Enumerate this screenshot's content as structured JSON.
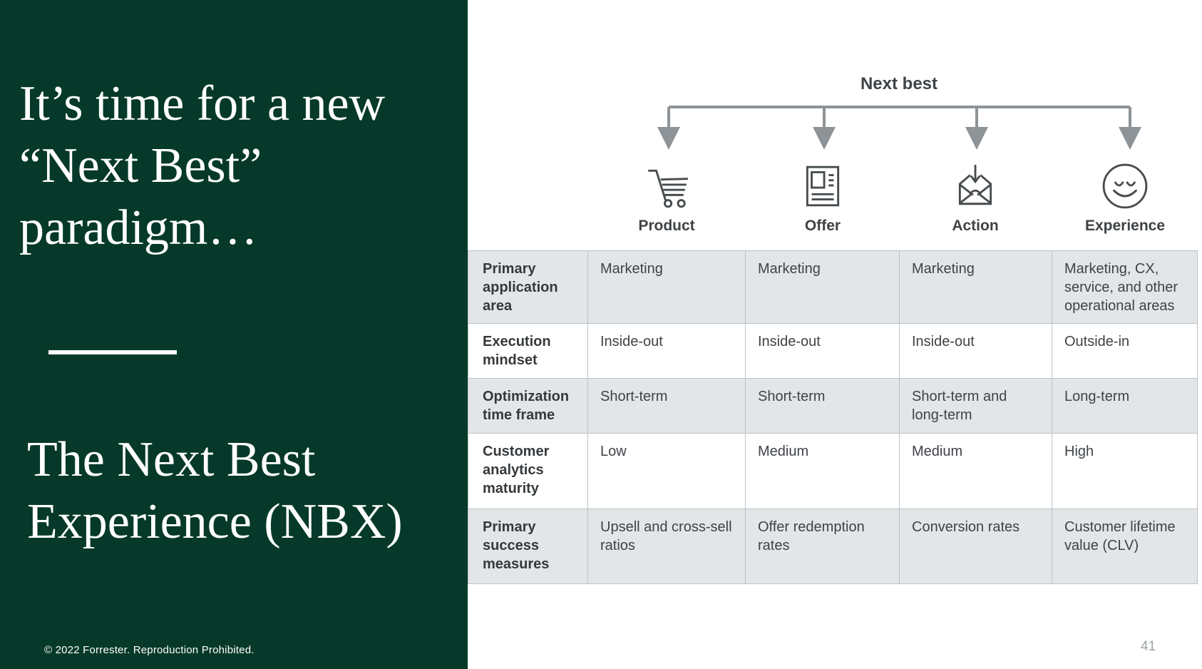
{
  "left_panel": {
    "title": "It’s time for a new\n“Next Best”\nparadigm…",
    "subtitle": "The Next Best\nExperience (NBX)",
    "footer": "© 2022 Forrester. Reproduction Prohibited.",
    "background_color": "#06392a",
    "text_color": "#ffffff"
  },
  "diagram": {
    "root_label": "Next best",
    "connector_color": "#8d9396",
    "columns": [
      {
        "label": "Product",
        "icon": "shopping-cart-icon"
      },
      {
        "label": "Offer",
        "icon": "flyer-document-icon"
      },
      {
        "label": "Action",
        "icon": "envelope-inbox-arrow-icon"
      },
      {
        "label": "Experience",
        "icon": "smiley-face-icon"
      }
    ]
  },
  "table": {
    "striped_row_color": "#e3e6e8",
    "rows": [
      {
        "label": "Primary application area",
        "cells": [
          "Marketing",
          "Marketing",
          "Marketing",
          "Marketing, CX, service, and other operational areas"
        ]
      },
      {
        "label": "Execution mindset",
        "cells": [
          "Inside-out",
          "Inside-out",
          "Inside-out",
          "Outside-in"
        ]
      },
      {
        "label": "Optimization time frame",
        "cells": [
          "Short-term",
          "Short-term",
          "Short-term and long-term",
          "Long-term"
        ]
      },
      {
        "label": "Customer analytics maturity",
        "cells": [
          "Low",
          "Medium",
          "Medium",
          "High"
        ]
      },
      {
        "label": "Primary success measures",
        "cells": [
          "Upsell and cross-sell ratios",
          "Offer redemption rates",
          "Conversion rates",
          "Customer lifetime value (CLV)"
        ]
      }
    ]
  },
  "page_number": "41"
}
